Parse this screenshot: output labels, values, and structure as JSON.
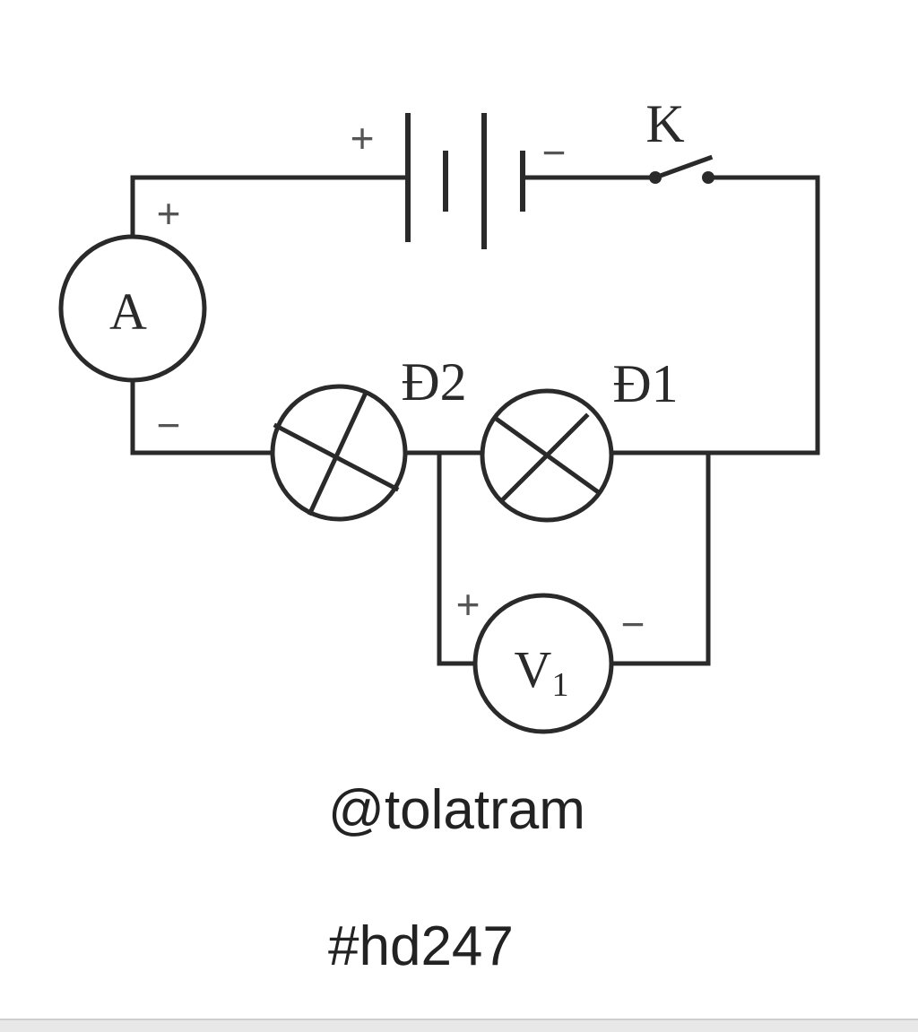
{
  "diagram": {
    "ammeter": {
      "label": "A",
      "plus_sign": "+",
      "minus_sign": "−"
    },
    "battery": {
      "plus_sign": "+",
      "minus_sign": "−"
    },
    "switch": {
      "label": "K"
    },
    "lamp_2": {
      "label": "Đ2"
    },
    "lamp_1": {
      "label": "Đ1"
    },
    "voltmeter": {
      "label": "V",
      "subscript": "1",
      "plus_sign": "+",
      "minus_sign": "−"
    }
  },
  "captions": {
    "author": "@tolatram",
    "tag": "#hd247"
  }
}
